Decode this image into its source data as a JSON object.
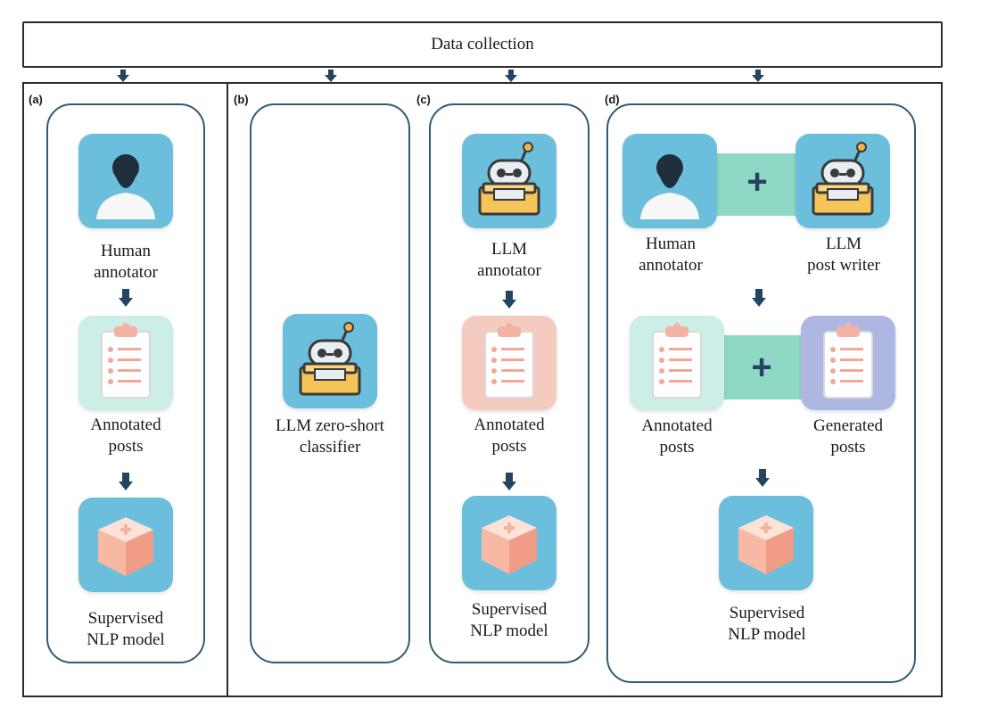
{
  "header": {
    "title": "Data collection"
  },
  "panels": {
    "a": {
      "label": "(a)",
      "annotator_caption": "Human\nannotator",
      "posts_caption": "Annotated\nposts",
      "model_caption": "Supervised\nNLP model"
    },
    "b": {
      "label": "(b)",
      "classifier_caption": "LLM zero-short\nclassifier"
    },
    "c": {
      "label": "(c)",
      "annotator_caption": "LLM\nannotator",
      "posts_caption": "Annotated\nposts",
      "model_caption": "Supervised\nNLP model"
    },
    "d": {
      "label": "(d)",
      "human_caption": "Human\nannotator",
      "llm_caption": "LLM\npost writer",
      "annotated_caption": "Annotated\nposts",
      "generated_caption": "Generated\nposts",
      "model_caption": "Supervised\nNLP model",
      "plus_symbol": "+"
    }
  },
  "icons": {
    "human": "person-icon",
    "robot": "robot-icon",
    "clipboard": "clipboard-icon",
    "model": "cube-icon"
  },
  "colors": {
    "tile_blue": "#6bbfdc",
    "tile_mint": "#cdeee6",
    "tile_peach": "#f6cbbf",
    "tile_lavender": "#aeb7e2",
    "band": "#8fd8c6",
    "arrow": "#24445f",
    "panel_border": "#2f5d73"
  }
}
